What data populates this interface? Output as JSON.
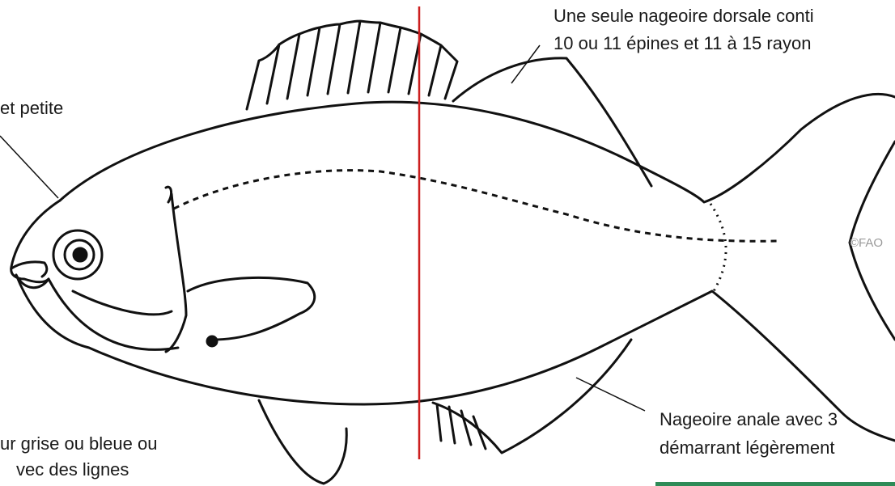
{
  "labels": {
    "dorsal_line1": "Une seule nageoire dorsale conti",
    "dorsal_line2": "10 ou 11 épines et 11 à 15 rayon",
    "mouth": "et petite",
    "anal_line1": "Nageoire anale avec 3",
    "anal_line2": "démarrant légèrement",
    "color_line1": "ur grise ou bleue ou",
    "color_line2": "vec des lignes"
  },
  "copyright": "©FAO",
  "colors": {
    "outline": "#111111",
    "divider": "#cc1f1f",
    "accent_bar": "#2e8b57"
  }
}
